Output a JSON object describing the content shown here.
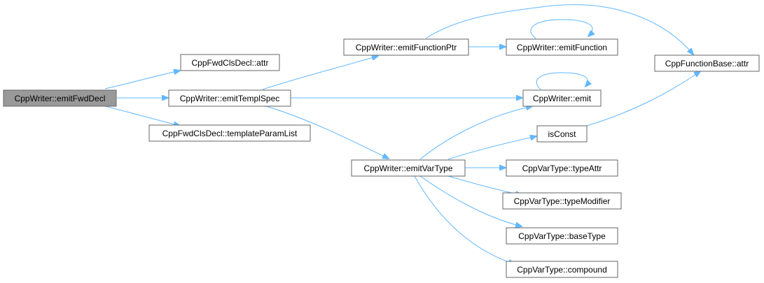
{
  "graph": {
    "colors": {
      "edge": "#63b8ff",
      "node_border": "#666666",
      "root_fill": "#999999",
      "node_fill": "#ffffff"
    },
    "nodes": {
      "emitFwdDecl": "CppWriter::emitFwdDecl",
      "fwdAttr": "CppFwdClsDecl::attr",
      "emitTemplSpec": "CppWriter::emitTemplSpec",
      "templateParamList": "CppFwdClsDecl::templateParamList",
      "emitFunctionPtr": "CppWriter::emitFunctionPtr",
      "emitFunction": "CppWriter::emitFunction",
      "funcBaseAttr": "CppFunctionBase::attr",
      "emit": "CppWriter::emit",
      "isConst": "isConst",
      "emitVarType": "CppWriter::emitVarType",
      "typeAttr": "CppVarType::typeAttr",
      "typeModifier": "CppVarType::typeModifier",
      "baseType": "CppVarType::baseType",
      "compound": "CppVarType::compound"
    },
    "edges": [
      [
        "emitFwdDecl",
        "fwdAttr"
      ],
      [
        "emitFwdDecl",
        "emitTemplSpec"
      ],
      [
        "emitFwdDecl",
        "templateParamList"
      ],
      [
        "emitTemplSpec",
        "emitFunctionPtr"
      ],
      [
        "emitTemplSpec",
        "emit"
      ],
      [
        "emitTemplSpec",
        "emitVarType"
      ],
      [
        "emitFunctionPtr",
        "emitFunction"
      ],
      [
        "emitFunctionPtr",
        "funcBaseAttr"
      ],
      [
        "emitFunction",
        "emitFunction"
      ],
      [
        "emit",
        "emit"
      ],
      [
        "isConst",
        "funcBaseAttr"
      ],
      [
        "emitVarType",
        "emit"
      ],
      [
        "emitVarType",
        "isConst"
      ],
      [
        "emitVarType",
        "typeAttr"
      ],
      [
        "emitVarType",
        "typeModifier"
      ],
      [
        "emitVarType",
        "baseType"
      ],
      [
        "emitVarType",
        "compound"
      ]
    ]
  }
}
